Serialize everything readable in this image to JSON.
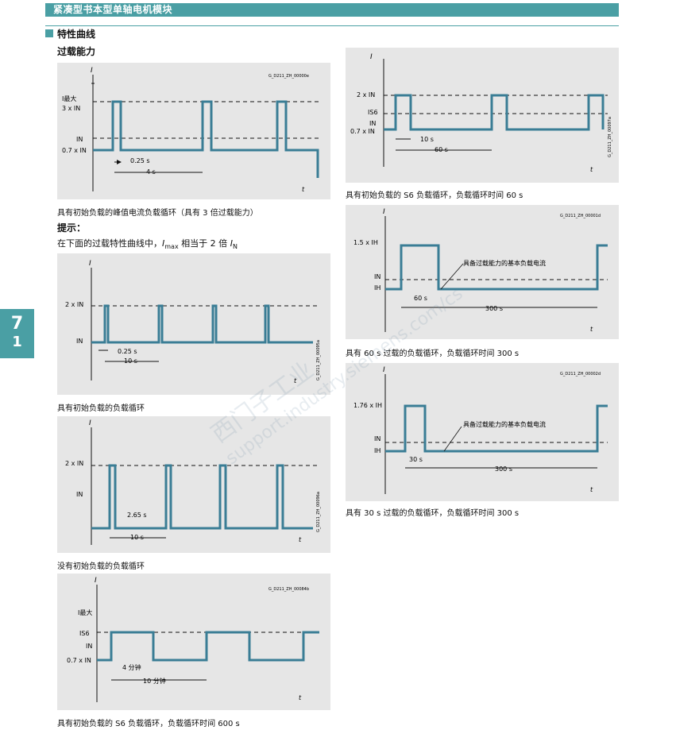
{
  "header": {
    "title": "紧凑型书本型单轴电机模块"
  },
  "section": {
    "title": "特性曲线",
    "subtitle": "过载能力"
  },
  "side_tab": {
    "chapter": "7",
    "sub": "1"
  },
  "hint": {
    "label": "提示：",
    "text_a": "在下面的过载特性曲线中，",
    "imax_sym": "I",
    "imax_sub": "max",
    "text_b": " 相当于 2 倍 ",
    "in_sym": "I",
    "in_sub": "N"
  },
  "panels": {
    "p1": {
      "code": "G_D211_ZH_00000e",
      "y_axis": "I",
      "x_axis": "t",
      "labels": {
        "imax": "I最大",
        "three_in": "3 x IN",
        "in": "IN",
        "base": "0.7 x IN"
      },
      "dims": {
        "short": "0.25 s",
        "period": "4 s"
      },
      "caption": "具有初始负载的峰值电流负载循环（具有 3 倍过载能力）"
    },
    "p2": {
      "code": "G_D211_ZH_00095a",
      "y_axis": "I",
      "x_axis": "t",
      "labels": {
        "two_in": "2 x IN",
        "in": "IN"
      },
      "dims": {
        "short": "0.25 s",
        "period": "10 s"
      },
      "caption": "具有初始负载的负载循环"
    },
    "p3": {
      "code": "G_D211_ZH_00096a",
      "y_axis": "I",
      "x_axis": "t",
      "labels": {
        "two_in": "2 x IN",
        "in": "IN"
      },
      "dims": {
        "short": "2.65 s",
        "period": "10 s"
      },
      "caption": "没有初始负载的负载循环"
    },
    "p4": {
      "code": "G_D211_ZH_00084b",
      "y_axis": "I",
      "x_axis": "t",
      "labels": {
        "imax": "I最大",
        "is6": "IS6",
        "in": "IN",
        "base": "0.7 x IN"
      },
      "dims": {
        "short": "4 分钟",
        "period": "10 分钟"
      },
      "caption": "具有初始负载的 S6 负载循环，负载循环时间 600 s"
    },
    "p5": {
      "code": "G_D211_ZH_00097a",
      "y_axis": "I",
      "x_axis": "t",
      "labels": {
        "two_in": "2 x IN",
        "is6": "IS6",
        "in": "IN",
        "base": "0.7 x IN"
      },
      "dims": {
        "short": "10 s",
        "period": "60 s"
      },
      "caption": "具有初始负载的 S6 负载循环，负载循环时间 60 s"
    },
    "p6": {
      "code": "G_D211_ZH_00001d",
      "y_axis": "I",
      "x_axis": "t",
      "labels": {
        "peak": "1.5 x IH",
        "in": "IN",
        "ih": "IH",
        "note": "具备过载能力的基本负载电流"
      },
      "dims": {
        "short": "60 s",
        "period": "300 s"
      },
      "caption": "具有 60 s 过载的负载循环，负载循环时间 300 s"
    },
    "p7": {
      "code": "G_D211_ZH_00002d",
      "y_axis": "I",
      "x_axis": "t",
      "labels": {
        "peak": "1.76 x IH",
        "in": "IN",
        "ih": "IH",
        "note": "具备过载能力的基本负载电流"
      },
      "dims": {
        "short": "30 s",
        "period": "300 s"
      },
      "caption": "具有 30 s 过载的负载循环，负载循环时间 300 s"
    }
  },
  "watermark": {
    "line1": "西门子工业",
    "line2": "support.industry.siemens.com/cs"
  },
  "colors": {
    "accent": "#4a9fa4",
    "curve": "#3a7d95",
    "panel_bg": "#e6e6e6"
  }
}
